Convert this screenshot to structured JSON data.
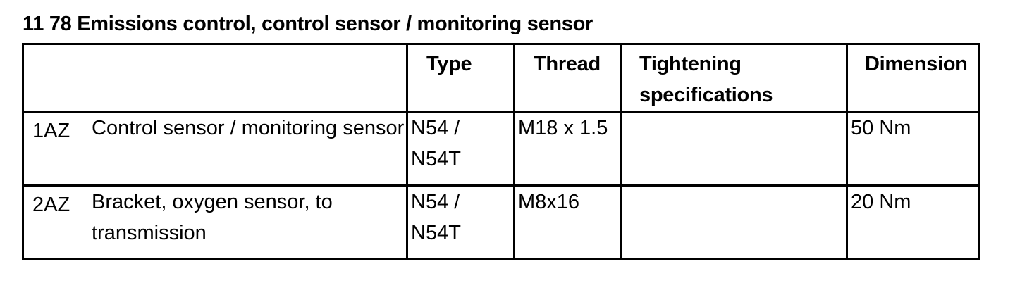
{
  "title": "11 78 Emissions control, control sensor / monitoring sensor",
  "headers": {
    "description": "",
    "type": "Type",
    "thread": "Thread",
    "tightening": "Tightening specifications",
    "dimension": "Dimension"
  },
  "rows": [
    {
      "item": "1AZ",
      "description": "Control sensor / monitoring sensor",
      "type": "N54 / N54T",
      "thread": "M18 x 1.5",
      "tightening": "",
      "dimension": "50 Nm"
    },
    {
      "item": "2AZ",
      "description": "Bracket, oxygen sensor, to transmission",
      "type": "N54 / N54T",
      "thread": "M8x16",
      "tightening": "",
      "dimension": "20 Nm"
    }
  ]
}
